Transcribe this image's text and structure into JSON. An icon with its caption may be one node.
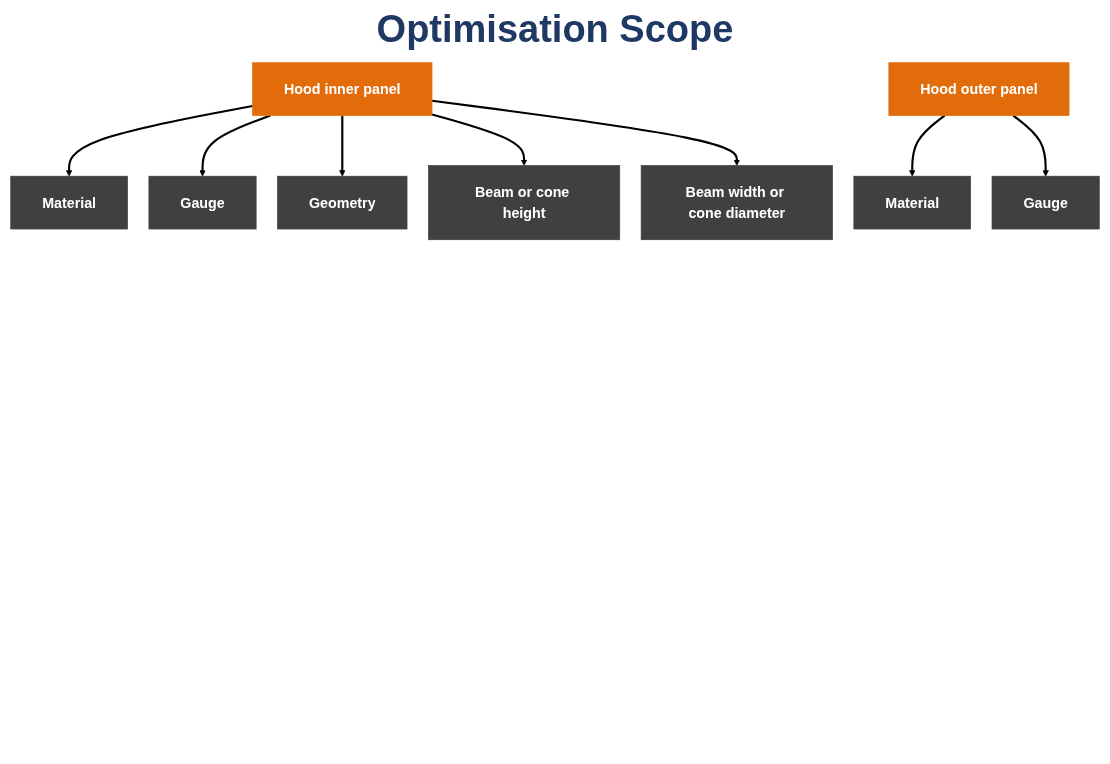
{
  "diagram": {
    "title": "Optimisation Scope",
    "nodes": [
      {
        "text": [
          "Hood inner panel"
        ]
      },
      {
        "text": [
          "Material"
        ]
      },
      {
        "text": [
          "Gauge"
        ]
      },
      {
        "text": [
          "Geometry"
        ]
      },
      {
        "text": [
          "Beam or cone height"
        ]
      },
      {
        "text": [
          "Beam width or cone diameter"
        ]
      },
      {
        "text": [
          "Hood outer panel"
        ]
      },
      {
        "text": [
          "Material"
        ]
      },
      {
        "text": [
          "Gauge"
        ]
      }
    ],
    "edges": [
      {
        "from": 0,
        "to": 1,
        "arrow": "to"
      },
      {
        "from": 0,
        "to": 2,
        "arrow": "to"
      },
      {
        "from": 0,
        "to": 3,
        "arrow": "to"
      },
      {
        "from": 0,
        "to": 4,
        "arrow": "to"
      },
      {
        "from": 0,
        "to": 5,
        "arrow": "to"
      },
      {
        "from": 6,
        "to": 7,
        "arrow": "to"
      },
      {
        "from": 6,
        "to": 8,
        "arrow": "to"
      }
    ]
  }
}
